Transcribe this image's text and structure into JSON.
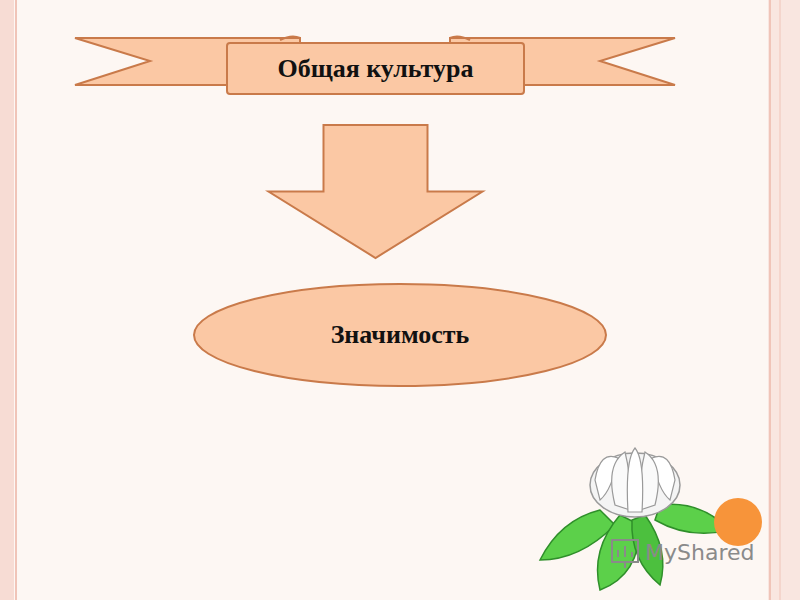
{
  "diagram": {
    "nodes": [
      {
        "text": [
          "Общая культура"
        ]
      },
      {
        "text": [
          "Значимость"
        ]
      }
    ],
    "edges": [
      {
        "from": 0,
        "to": 1,
        "arrow": "to"
      }
    ],
    "labels": [
      "MyShared"
    ]
  }
}
